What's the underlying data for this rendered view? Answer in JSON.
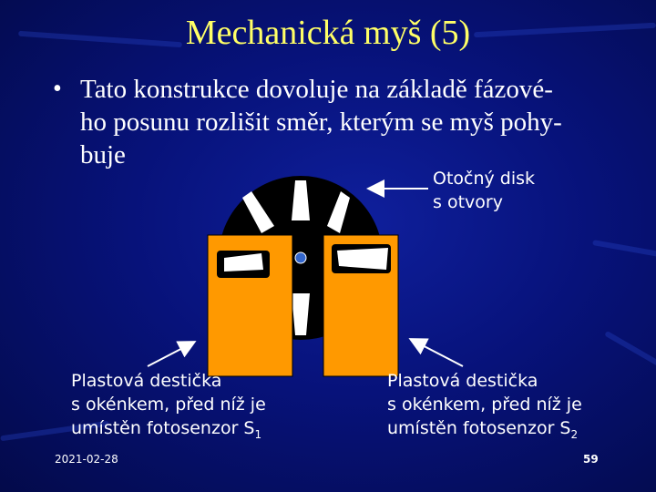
{
  "slide": {
    "title": "Mechanická myš (5)",
    "bullet_lines": [
      "Tato konstrukce dovoluje na základě fázové-",
      "ho posunu rozlišit směr, kterým se myš pohy-",
      "buje"
    ],
    "disk_label": [
      "Otočný disk",
      "s otvory"
    ],
    "plate_left_label": [
      "Plastová destička",
      "s okénkem, před níž je",
      "umístěn fotosenzor S"
    ],
    "plate_left_sub": "1",
    "plate_right_label": [
      "Plastová destička",
      "s okénkem, před níž je",
      "umístěn fotosenzor S"
    ],
    "plate_right_sub": "2",
    "date": "2021-02-28",
    "page_number": "59"
  },
  "colors": {
    "background": "#07127a",
    "title": "#ffff66",
    "plate": "#ff9900",
    "disk": "#000000",
    "hole": "#ffffff",
    "axle": "#3366cc"
  }
}
